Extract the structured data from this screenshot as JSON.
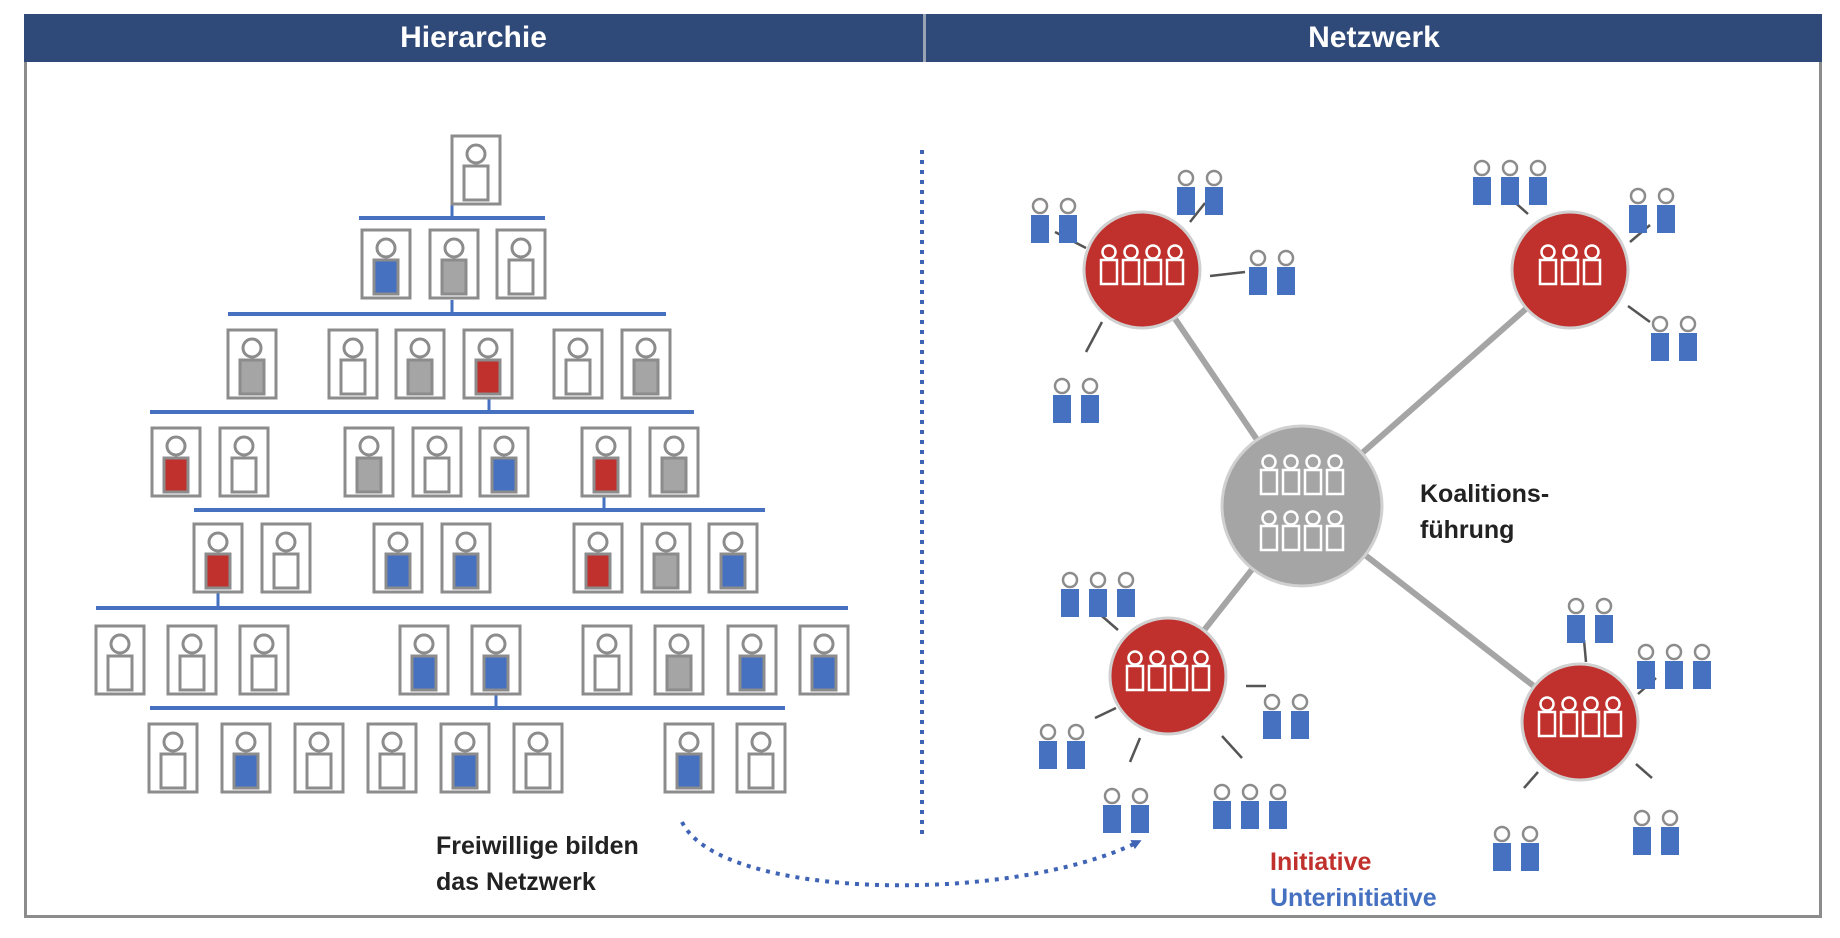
{
  "panels": {
    "left_title": "Hierarchie",
    "right_title": "Netzwerk"
  },
  "annotations": {
    "volunteers_line1": "Freiwillige bilden",
    "volunteers_line2": "das Netzwerk",
    "coalition_line1": "Koalitions-",
    "coalition_line2": "führung"
  },
  "legend": {
    "initiative": "Initiative",
    "subinitiative": "Unterinitiative"
  },
  "colors": {
    "header_bg": "#2f4a78",
    "initiative_red": "#c0302c",
    "subinitiative_blue": "#4670c0",
    "leadership_grey": "#a5a5a5",
    "connector_blue": "#4670c0",
    "outline_grey": "#8c8c8c"
  },
  "hierarchy": {
    "rows": [
      [
        "empty"
      ],
      [
        "blue",
        "grey",
        "empty"
      ],
      [
        "grey",
        "empty",
        "grey",
        "red",
        "empty",
        "grey"
      ],
      [
        "red",
        "empty",
        "grey",
        "empty",
        "blue",
        "red",
        "grey"
      ],
      [
        "red",
        "empty",
        "blue",
        "blue",
        "red",
        "grey",
        "blue"
      ],
      [
        "empty",
        "empty",
        "empty",
        "blue",
        "blue",
        "empty",
        "grey",
        "blue",
        "blue"
      ],
      [
        "empty",
        "blue",
        "empty",
        "empty",
        "blue",
        "empty",
        "blue",
        "empty"
      ]
    ]
  },
  "network": {
    "center": {
      "type": "coalition",
      "members": 8
    },
    "initiatives": [
      {
        "members": 4,
        "subinitiative_sizes": [
          2,
          2,
          2,
          2
        ]
      },
      {
        "members": 3,
        "subinitiative_sizes": [
          3,
          2,
          2
        ]
      },
      {
        "members": 4,
        "subinitiative_sizes": [
          3,
          2,
          2,
          2,
          3
        ]
      },
      {
        "members": 4,
        "subinitiative_sizes": [
          2,
          3,
          2,
          2
        ]
      }
    ]
  }
}
